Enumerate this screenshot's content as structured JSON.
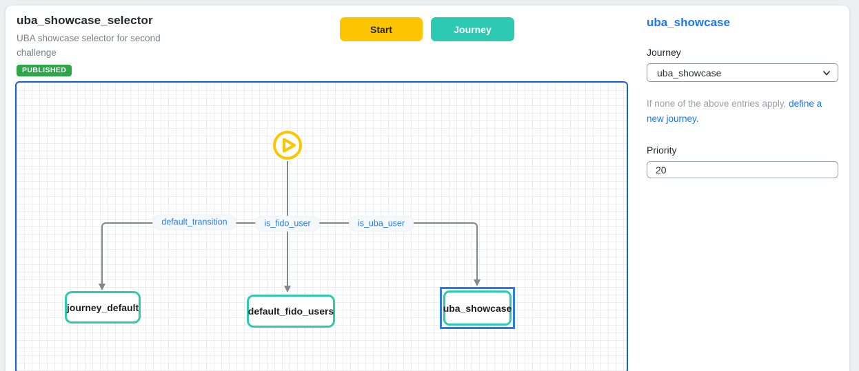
{
  "header": {
    "title": "uba_showcase_selector",
    "subtitle": "UBA showcase selector for second challenge",
    "status": "PUBLISHED"
  },
  "toolbar": {
    "start_label": "Start",
    "journey_label": "Journey"
  },
  "flow": {
    "start_icon": "play-icon",
    "edges": [
      {
        "label": "default_transition"
      },
      {
        "label": "is_fido_user"
      },
      {
        "label": "is_uba_user"
      }
    ],
    "nodes": [
      {
        "label": "journey_default",
        "selected": false
      },
      {
        "label": "default_fido_users",
        "selected": false
      },
      {
        "label": "uba_showcase",
        "selected": true
      }
    ]
  },
  "panel": {
    "title": "uba_showcase",
    "journey_label": "Journey",
    "journey_value": "uba_showcase",
    "helper_prefix": "If none of the above entries apply, ",
    "helper_link": "define a new journey.",
    "priority_label": "Priority",
    "priority_value": "20"
  },
  "colors": {
    "accent_blue": "#1a76f2",
    "canvas_border_blue": "#1462d4",
    "selection_blue": "#2b7ce9",
    "button_yellow": "#fdc500",
    "teal": "#2ec9b2",
    "badge_green": "#2ca647",
    "edge_gray": "#82878c"
  }
}
